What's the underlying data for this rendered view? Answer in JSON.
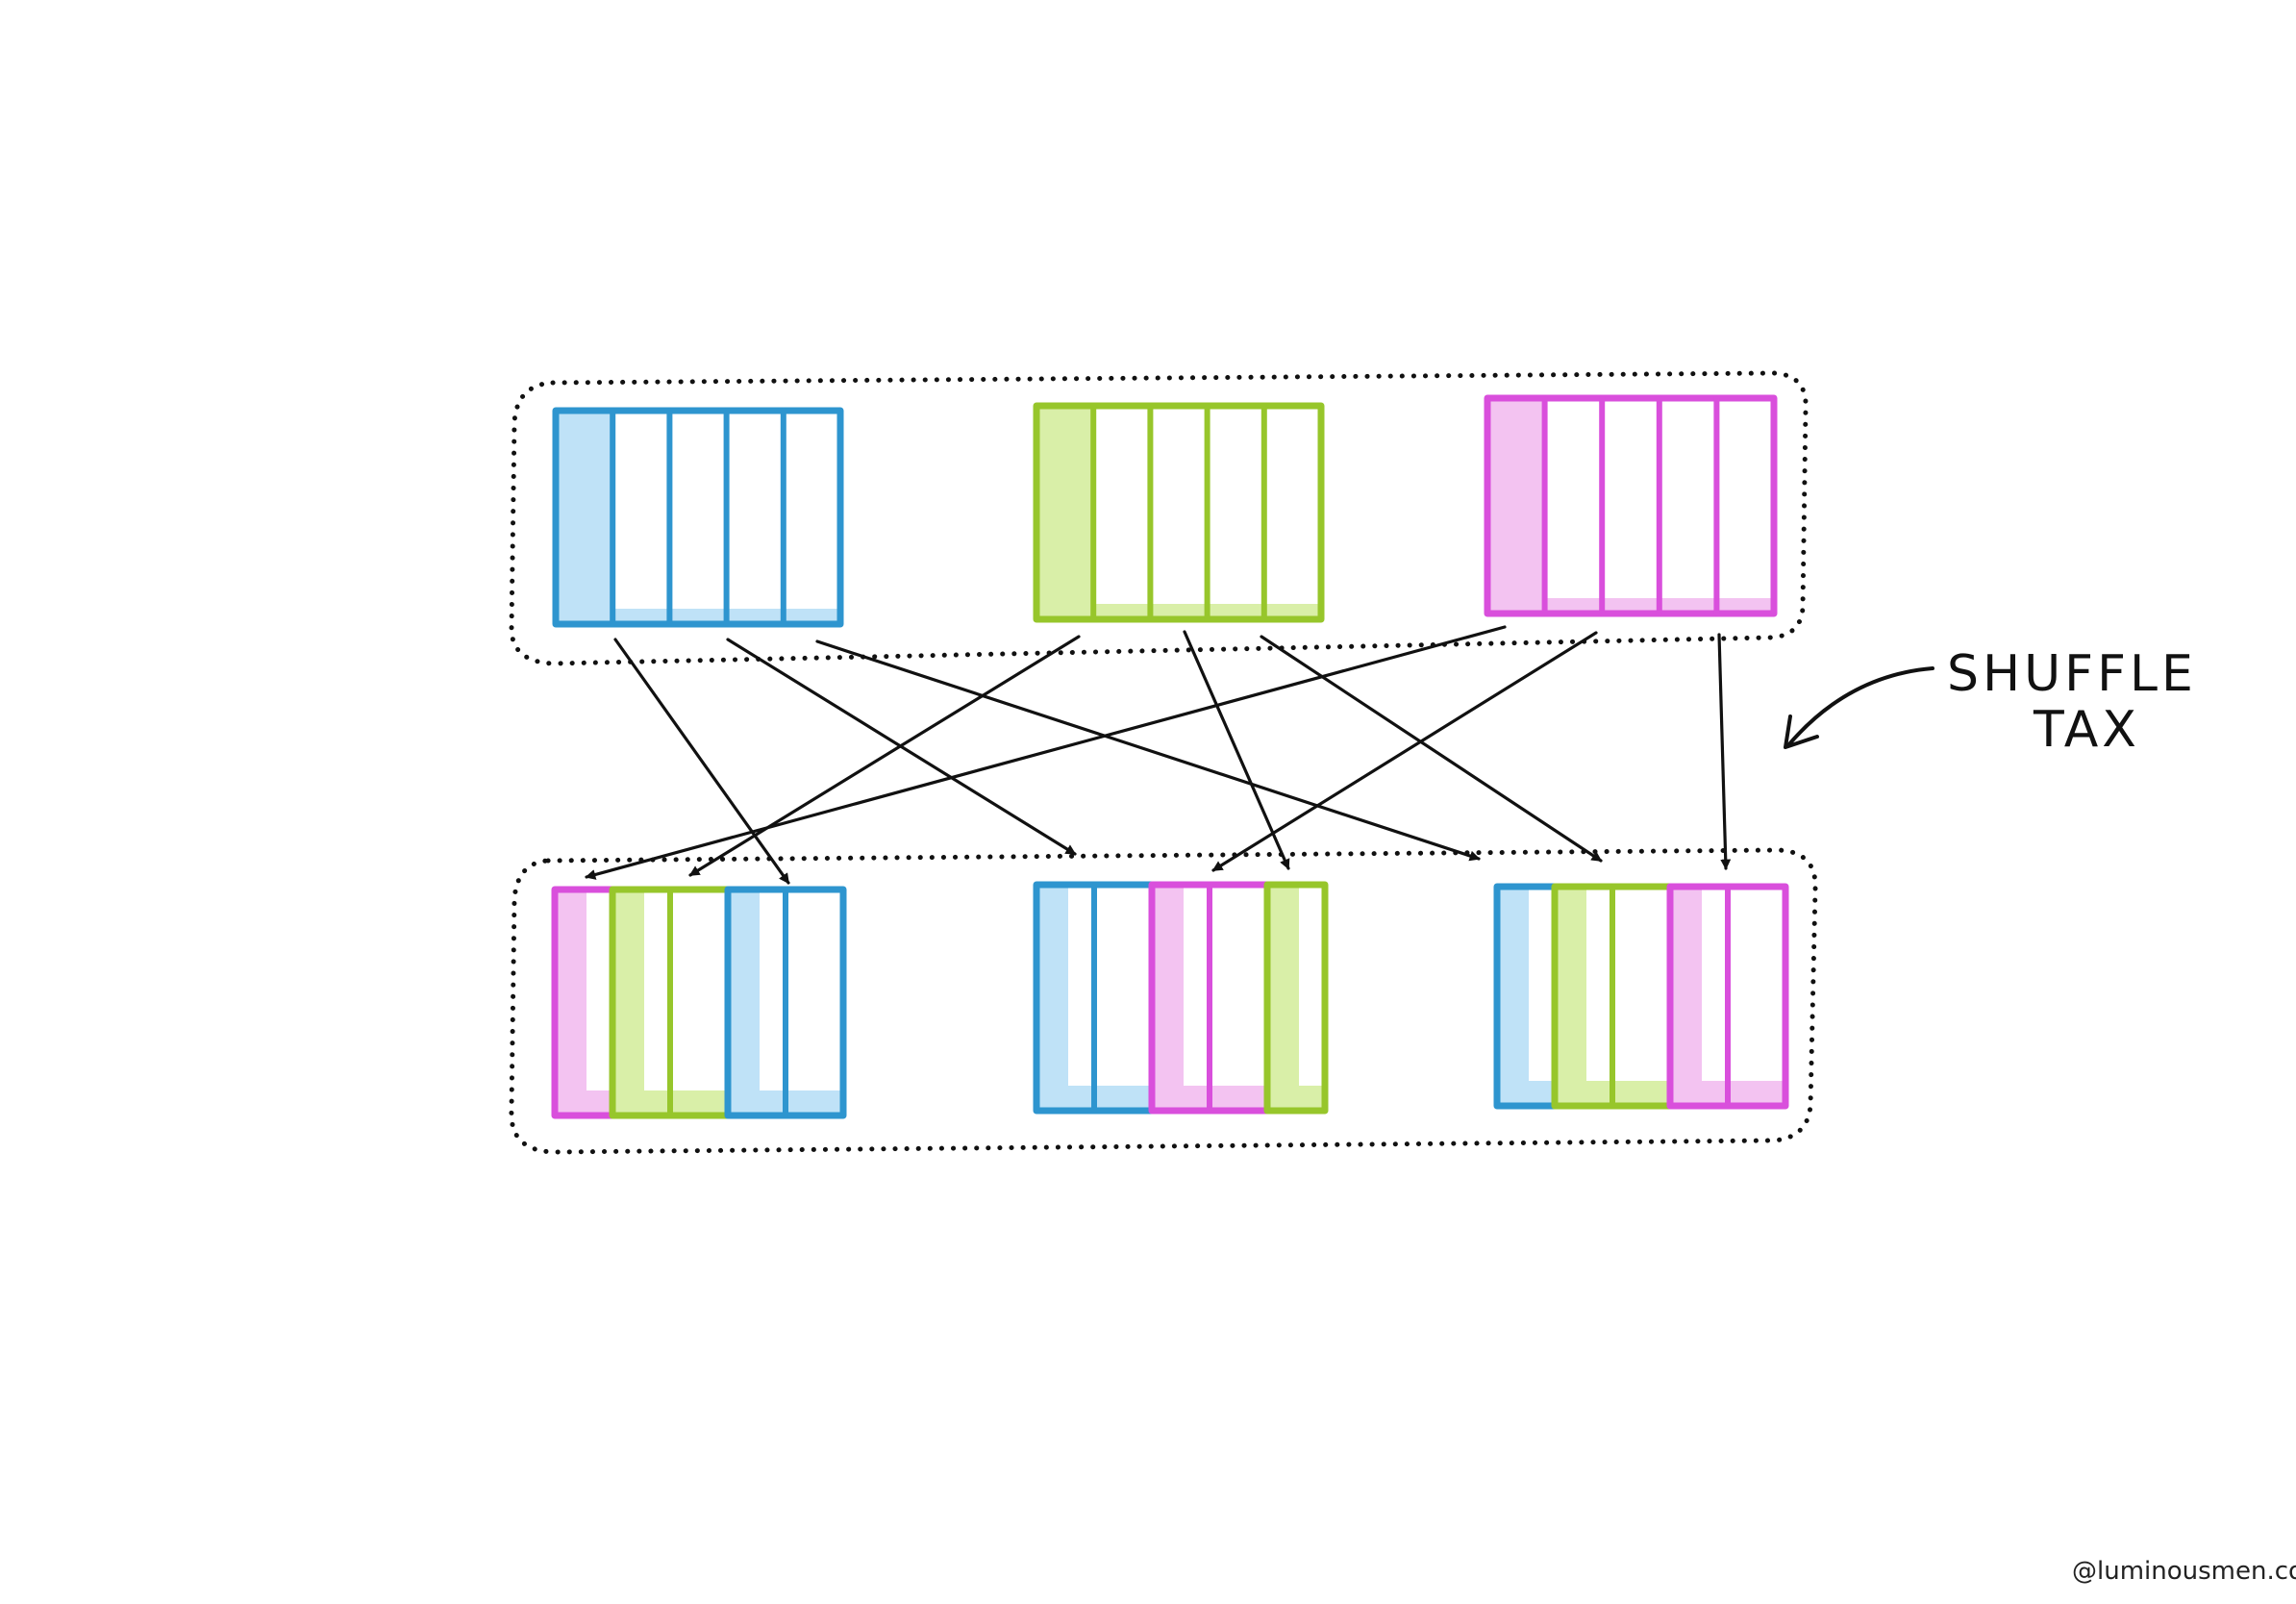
{
  "diagram": {
    "colors": {
      "blue": "#2e95cf",
      "blue_fill": "#bfe2f7",
      "green": "#97c62b",
      "green_fill": "#d9efa8",
      "magenta": "#d94fdc",
      "magenta_fill": "#f3c3f1",
      "ink": "#111111"
    },
    "source_partitions": [
      {
        "name": "blue",
        "color": "blue",
        "cells": 5
      },
      {
        "name": "green",
        "color": "green",
        "cells": 5
      },
      {
        "name": "magenta",
        "color": "magenta",
        "cells": 5
      }
    ],
    "target_partitions": [
      {
        "name": "target-1",
        "segments": [
          {
            "color": "magenta",
            "cells": 1
          },
          {
            "color": "green",
            "cells": 2
          },
          {
            "color": "blue",
            "cells": 2
          }
        ]
      },
      {
        "name": "target-2",
        "segments": [
          {
            "color": "blue",
            "cells": 2
          },
          {
            "color": "magenta",
            "cells": 2
          },
          {
            "color": "green",
            "cells": 1
          }
        ]
      },
      {
        "name": "target-3",
        "segments": [
          {
            "color": "blue",
            "cells": 1
          },
          {
            "color": "green",
            "cells": 2
          },
          {
            "color": "magenta",
            "cells": 2
          }
        ]
      }
    ],
    "shuffle_arrows": [
      {
        "from": "blue",
        "to": "target-1"
      },
      {
        "from": "blue",
        "to": "target-2"
      },
      {
        "from": "blue",
        "to": "target-3"
      },
      {
        "from": "green",
        "to": "target-1"
      },
      {
        "from": "green",
        "to": "target-2"
      },
      {
        "from": "green",
        "to": "target-3"
      },
      {
        "from": "magenta",
        "to": "target-1"
      },
      {
        "from": "magenta",
        "to": "target-2"
      },
      {
        "from": "magenta",
        "to": "target-3"
      }
    ],
    "annotation": {
      "line1": "SHUFFLE",
      "line2": "TAX"
    },
    "credit": "@luminousmen.com"
  }
}
